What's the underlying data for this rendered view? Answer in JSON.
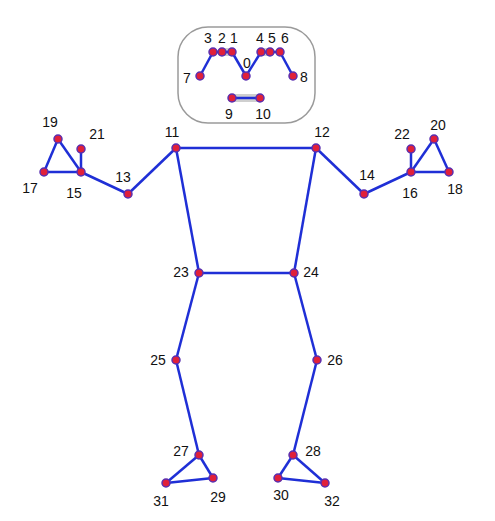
{
  "diagram": {
    "labels": [
      "3",
      "2",
      "1",
      "4",
      "5",
      "6",
      "0",
      "7",
      "8",
      "9",
      "10",
      "19",
      "21",
      "22",
      "20",
      "11",
      "12",
      "13",
      "14",
      "17",
      "15",
      "16",
      "18",
      "23",
      "24",
      "25",
      "26",
      "27",
      "28",
      "31",
      "29",
      "30",
      "32"
    ]
  }
}
